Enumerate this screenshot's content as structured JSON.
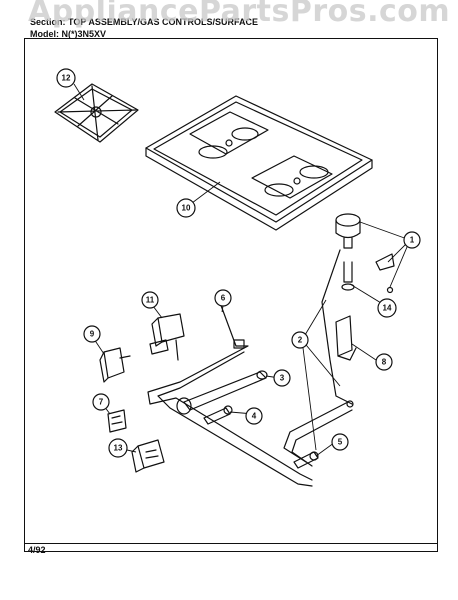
{
  "watermark": "AppliancePartsPros.com",
  "header": {
    "section_line": "Section: TOP ASSEMBLY/GAS CONTROLS/SURFACE",
    "model_line": "Model: N(*)3N5XV"
  },
  "footer": {
    "date": "4/92"
  },
  "callouts": [
    {
      "id": "c1",
      "label": "1"
    },
    {
      "id": "c2",
      "label": "2"
    },
    {
      "id": "c3",
      "label": "3"
    },
    {
      "id": "c4",
      "label": "4"
    },
    {
      "id": "c5",
      "label": "5"
    },
    {
      "id": "c6",
      "label": "6"
    },
    {
      "id": "c7",
      "label": "7"
    },
    {
      "id": "c8",
      "label": "8"
    },
    {
      "id": "c9",
      "label": "9"
    },
    {
      "id": "c10",
      "label": "10"
    },
    {
      "id": "c11",
      "label": "11"
    },
    {
      "id": "c12",
      "label": "12"
    },
    {
      "id": "c13",
      "label": "13"
    },
    {
      "id": "c14",
      "label": "14"
    }
  ]
}
